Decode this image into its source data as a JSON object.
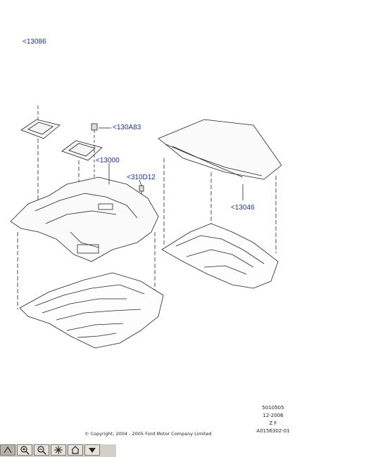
{
  "callouts": {
    "c1": "<13086",
    "c2": "<130A83",
    "c3": "<13000",
    "c4": "<310D12",
    "c5": "<13046"
  },
  "refs": {
    "line1": "5010505",
    "line2": "12-2006",
    "line3": "Z F",
    "line4": "A0156302-01"
  },
  "copyright": "© Copyright, 2004 - 2005 Ford Motor Company Limited",
  "toolbar": {
    "buttons": [
      "select-icon",
      "zoom-in-icon",
      "zoom-out-icon",
      "fit-icon",
      "home-icon",
      "menu-down-icon"
    ]
  }
}
